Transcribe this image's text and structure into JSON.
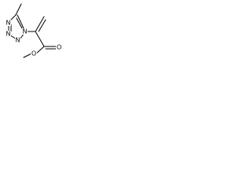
{
  "molecule": {
    "atom_labels": {
      "n1": "N",
      "n2": "N",
      "n3": "N",
      "n4": "N",
      "o_carbonyl": "O",
      "o_ester": "O"
    },
    "colors": {
      "bond": "#000000",
      "label": "#000000",
      "background": "#ffffff"
    }
  }
}
